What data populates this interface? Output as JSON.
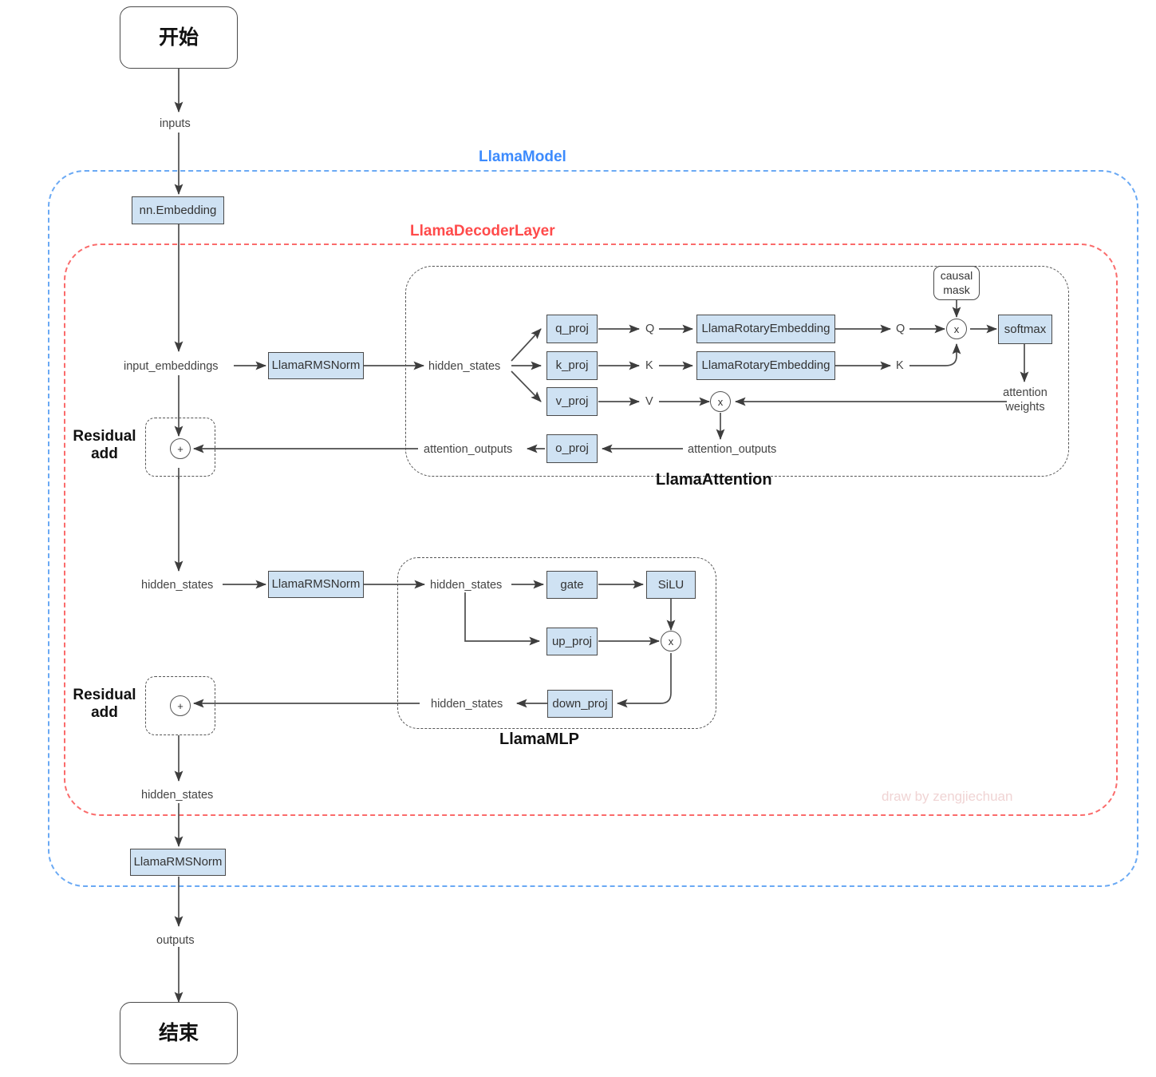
{
  "diagram": {
    "title": "LLaMA model architecture flowchart",
    "watermark": "draw by zengjiechuan",
    "colors": {
      "model_group": "#3d8bfd",
      "decoder_group": "#ff4b4b",
      "submodule_group": "#555555",
      "box_fill": "#cfe2f3",
      "box_border": "#4a4a4a",
      "watermark": "#f0d4d4"
    }
  },
  "terminals": {
    "start": "开始",
    "end": "结束"
  },
  "groups": {
    "model": "LlamaModel",
    "decoder_layer": "LlamaDecoderLayer",
    "attention": "LlamaAttention",
    "mlp": "LlamaMLP"
  },
  "residual": {
    "first_line1": "Residual",
    "first_line2": "add",
    "second_line1": "Residual",
    "second_line2": "add",
    "operator": "+"
  },
  "nodes": {
    "embedding": "nn.Embedding",
    "rmsnorm_attn": "LlamaRMSNorm",
    "rmsnorm_mlp": "LlamaRMSNorm",
    "rmsnorm_final": "LlamaRMSNorm",
    "q_proj": "q_proj",
    "k_proj": "k_proj",
    "v_proj": "v_proj",
    "o_proj": "o_proj",
    "rope_q": "LlamaRotaryEmbedding",
    "rope_k": "LlamaRotaryEmbedding",
    "softmax": "softmax",
    "causal_mask_l1": "causal",
    "causal_mask_l2": "mask",
    "gate": "gate",
    "silu": "SiLU",
    "up_proj": "up_proj",
    "down_proj": "down_proj",
    "matmul_qk": "x",
    "matmul_av": "x",
    "matmul_mlp": "x"
  },
  "edge_labels": {
    "inputs": "inputs",
    "input_embeddings": "input_embeddings",
    "hidden_states_attn_in": "hidden_states",
    "q": "Q",
    "k": "K",
    "v": "V",
    "q_rot": "Q",
    "k_rot": "K",
    "attention_weights_l1": "attention",
    "attention_weights_l2": "weights",
    "attention_outputs_inner": "attention_outputs",
    "attention_outputs_outer": "attention_outputs",
    "hidden_states_mid": "hidden_states",
    "hidden_states_mlp_in": "hidden_states",
    "hidden_states_mlp_out": "hidden_states",
    "hidden_states_post": "hidden_states",
    "outputs": "outputs"
  }
}
